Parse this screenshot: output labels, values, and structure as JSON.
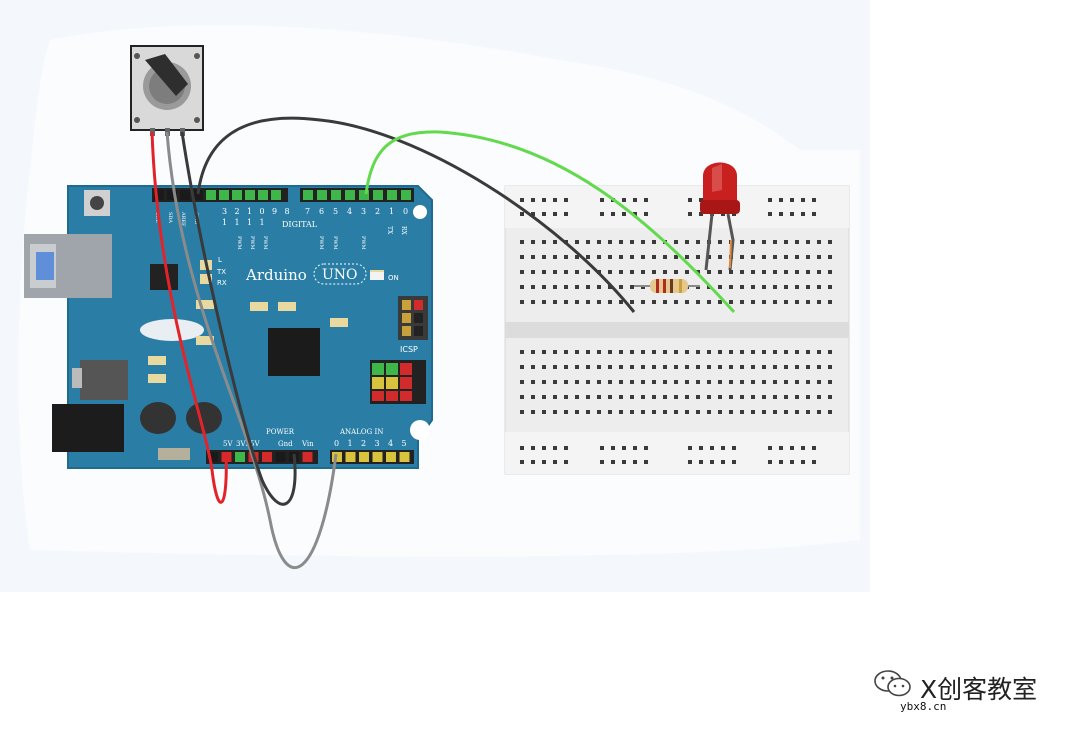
{
  "board": {
    "name": "Arduino",
    "model": "UNO",
    "on_label": "ON",
    "icsp_label": "ICSP",
    "digital_label": "DIGITAL",
    "power_label": "POWER",
    "analog_label": "ANALOG IN",
    "tx_label": "TX",
    "rx_label": "RX",
    "l_label": "L",
    "digital_pins_top": [
      "3",
      "2",
      "1",
      "0",
      "9",
      "8"
    ],
    "digital_pins_top2": [
      "1",
      "1",
      "1",
      "1"
    ],
    "digital_pins_right": [
      "7",
      "6",
      "5",
      "4",
      "3",
      "2",
      "1",
      "0"
    ],
    "pwm_label": "PWM",
    "tx_pin_label": "TX",
    "rx_pin_label": "RX",
    "power_pins": [
      "5V",
      "3V3",
      "5V",
      "Gnd",
      "Vin"
    ],
    "analog_pins": [
      "0",
      "1",
      "2",
      "3",
      "4",
      "5"
    ],
    "header_labels": [
      "SCL",
      "SDA",
      "AREF",
      "GND"
    ]
  },
  "colors": {
    "board": "#2a7ea6",
    "board_dark": "#1f6a8e",
    "header_green": "#3fb64a",
    "header_yellow": "#d7c33c",
    "wire_red": "#e2242a",
    "wire_black": "#3a3a3a",
    "wire_gray": "#8b8b8b",
    "wire_green": "#63d94d",
    "led": "#c8201e",
    "breadboard": "#e9e9e9"
  },
  "watermark": {
    "brand": "X创客教室",
    "site": "ybx8.cn",
    "icon": "wechat-icon"
  }
}
